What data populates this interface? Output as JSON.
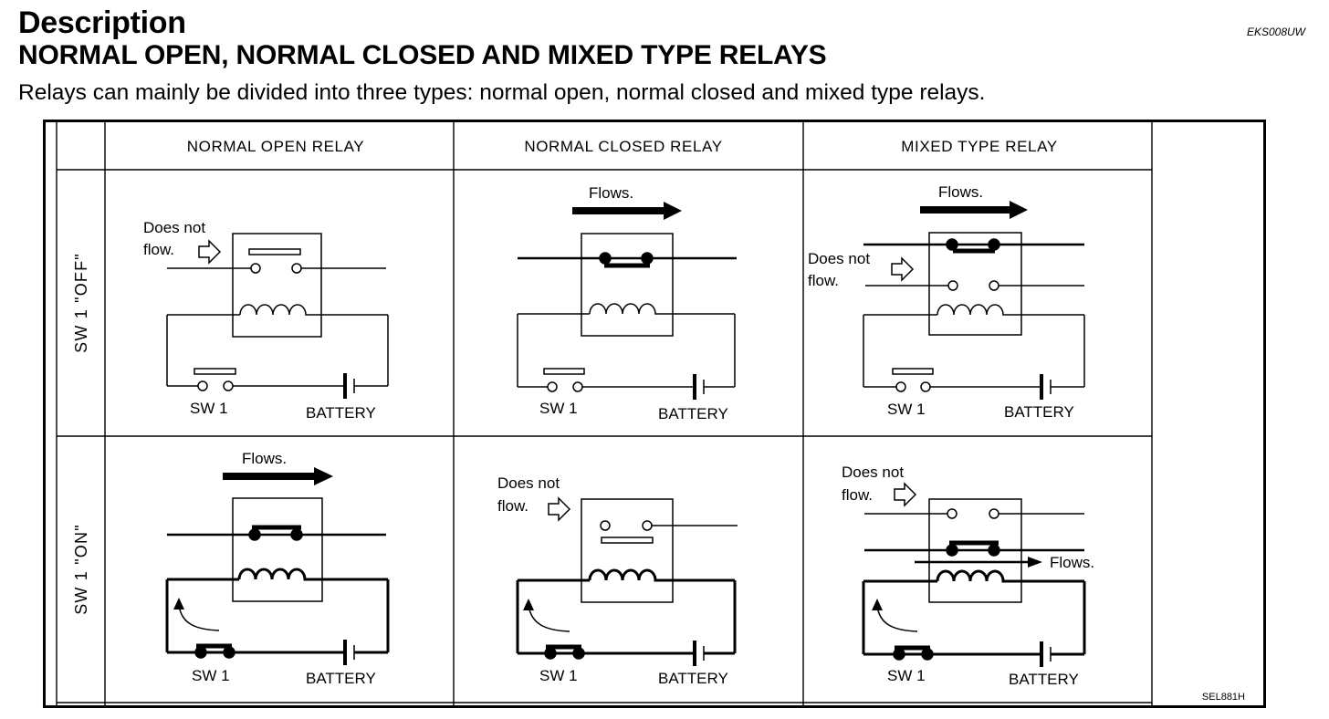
{
  "header": {
    "title": "Description",
    "subtitle": "NORMAL OPEN, NORMAL CLOSED AND MIXED TYPE RELAYS",
    "code": "EKS008UW",
    "intro": "Relays can mainly be divided into three types: normal open, normal closed and mixed type relays."
  },
  "table": {
    "columns": [
      "NORMAL OPEN RELAY",
      "NORMAL CLOSED RELAY",
      "MIXED TYPE RELAY"
    ],
    "rows": [
      "SW 1 \"OFF\"",
      "SW 1 \"ON\""
    ]
  },
  "labels": {
    "flows": "Flows.",
    "does_not": "Does not",
    "flow": "flow.",
    "sw1": "SW 1",
    "battery": "BATTERY"
  },
  "reference": "SEL881H"
}
